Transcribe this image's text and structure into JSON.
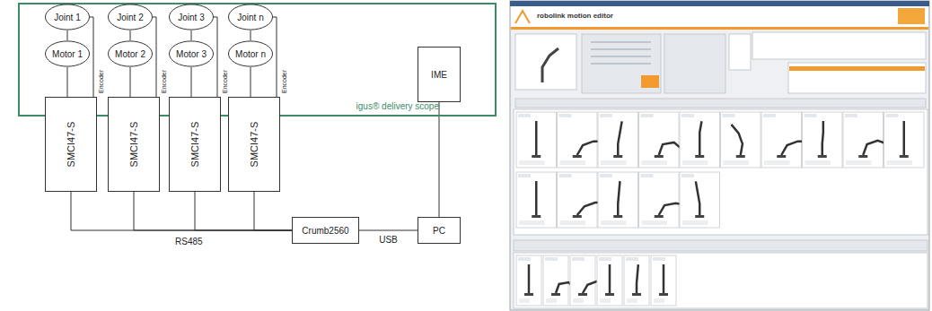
{
  "diagram": {
    "nodes": [
      {
        "text": [
          "igus® delivery scope"
        ]
      },
      {
        "text": [
          "Joint 1"
        ],
        "in": 0
      },
      {
        "text": [
          "Joint 2"
        ],
        "in": 0
      },
      {
        "text": [
          "Joint 3"
        ],
        "in": 0
      },
      {
        "text": [
          "Joint n"
        ],
        "in": 0
      },
      {
        "text": [
          "Motor 1"
        ],
        "in": 0
      },
      {
        "text": [
          "Motor 2"
        ],
        "in": 0
      },
      {
        "text": [
          "Motor 3"
        ],
        "in": 0
      },
      {
        "text": [
          "Motor n"
        ],
        "in": 0
      },
      {
        "text": [
          "IME"
        ],
        "in": 0
      },
      {
        "text": [
          "SMCI47-S"
        ]
      },
      {
        "text": [
          "SMCI47-S"
        ]
      },
      {
        "text": [
          "SMCI47-S"
        ]
      },
      {
        "text": [
          "SMCI47-S"
        ]
      },
      {
        "text": [
          "Crumb2560"
        ]
      },
      {
        "text": [
          "PC"
        ]
      }
    ],
    "edges": [
      {
        "from": 1,
        "to": 5,
        "arrow": "none"
      },
      {
        "from": 2,
        "to": 6,
        "arrow": "none"
      },
      {
        "from": 3,
        "to": 7,
        "arrow": "none"
      },
      {
        "from": 4,
        "to": 8,
        "arrow": "none"
      },
      {
        "from": 5,
        "to": 10,
        "arrow": "none"
      },
      {
        "from": 6,
        "to": 11,
        "arrow": "none"
      },
      {
        "from": 7,
        "to": 12,
        "arrow": "none"
      },
      {
        "from": 8,
        "to": 13,
        "arrow": "none"
      },
      {
        "from": 1,
        "to": 10,
        "arrow": "none"
      },
      {
        "from": 2,
        "to": 11,
        "arrow": "none"
      },
      {
        "from": 3,
        "to": 12,
        "arrow": "none"
      },
      {
        "from": 4,
        "to": 13,
        "arrow": "none"
      },
      {
        "from": 10,
        "to": 14,
        "arrow": "none"
      },
      {
        "from": 11,
        "to": 14,
        "arrow": "none"
      },
      {
        "from": 12,
        "to": 14,
        "arrow": "none"
      },
      {
        "from": 13,
        "to": 14,
        "arrow": "none"
      },
      {
        "from": 14,
        "to": 15,
        "label": "USB",
        "arrow": "none"
      },
      {
        "from": 15,
        "to": 9,
        "arrow": "none"
      }
    ],
    "labels": [
      "RS485",
      "Encoder",
      "Encoder",
      "Encoder",
      "Encoder",
      "robolink motion editor"
    ]
  }
}
